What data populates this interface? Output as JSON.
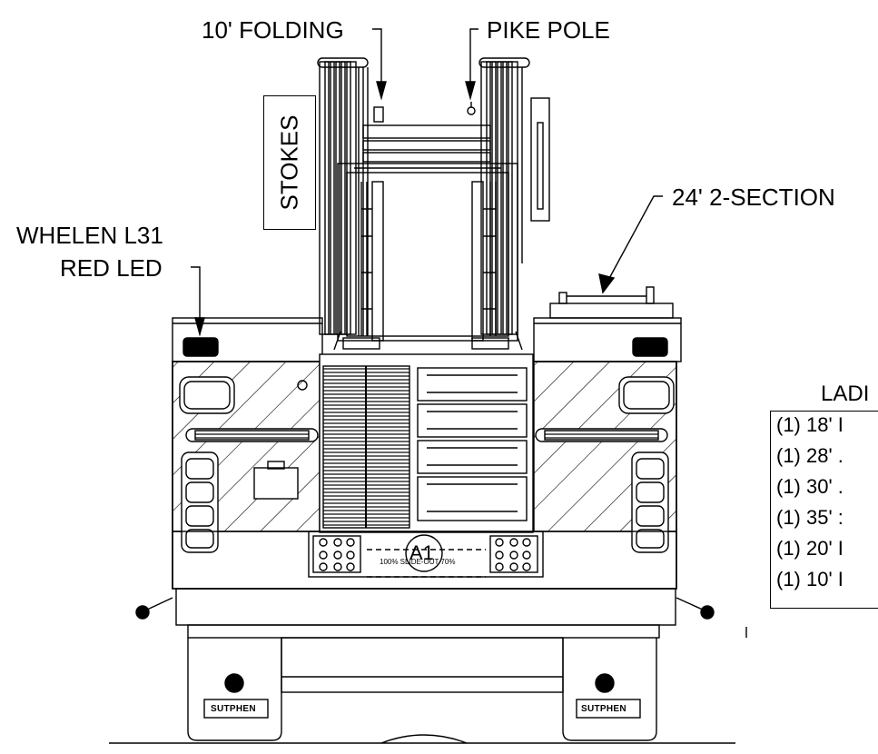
{
  "labels": {
    "folding_ladder": "10' FOLDING",
    "pike_pole": "PIKE POLE",
    "stokes": "STOKES",
    "two_section": "24' 2-SECTION",
    "whelen_line1": "WHELEN L31",
    "whelen_line2": "RED LED"
  },
  "ladder_table": {
    "title": "LADI",
    "items": [
      "(1) 18' I",
      "(1) 28' .",
      "(1) 30' .",
      "(1) 35' :",
      "(1) 20' I",
      "(1) 10' I"
    ]
  },
  "compartment_badge": "A1",
  "slide_out_text": "100% SLIDE-OUT 70%",
  "brand_left": "SUTPHEN",
  "brand_right": "SUTPHEN",
  "stray_mark": "I"
}
